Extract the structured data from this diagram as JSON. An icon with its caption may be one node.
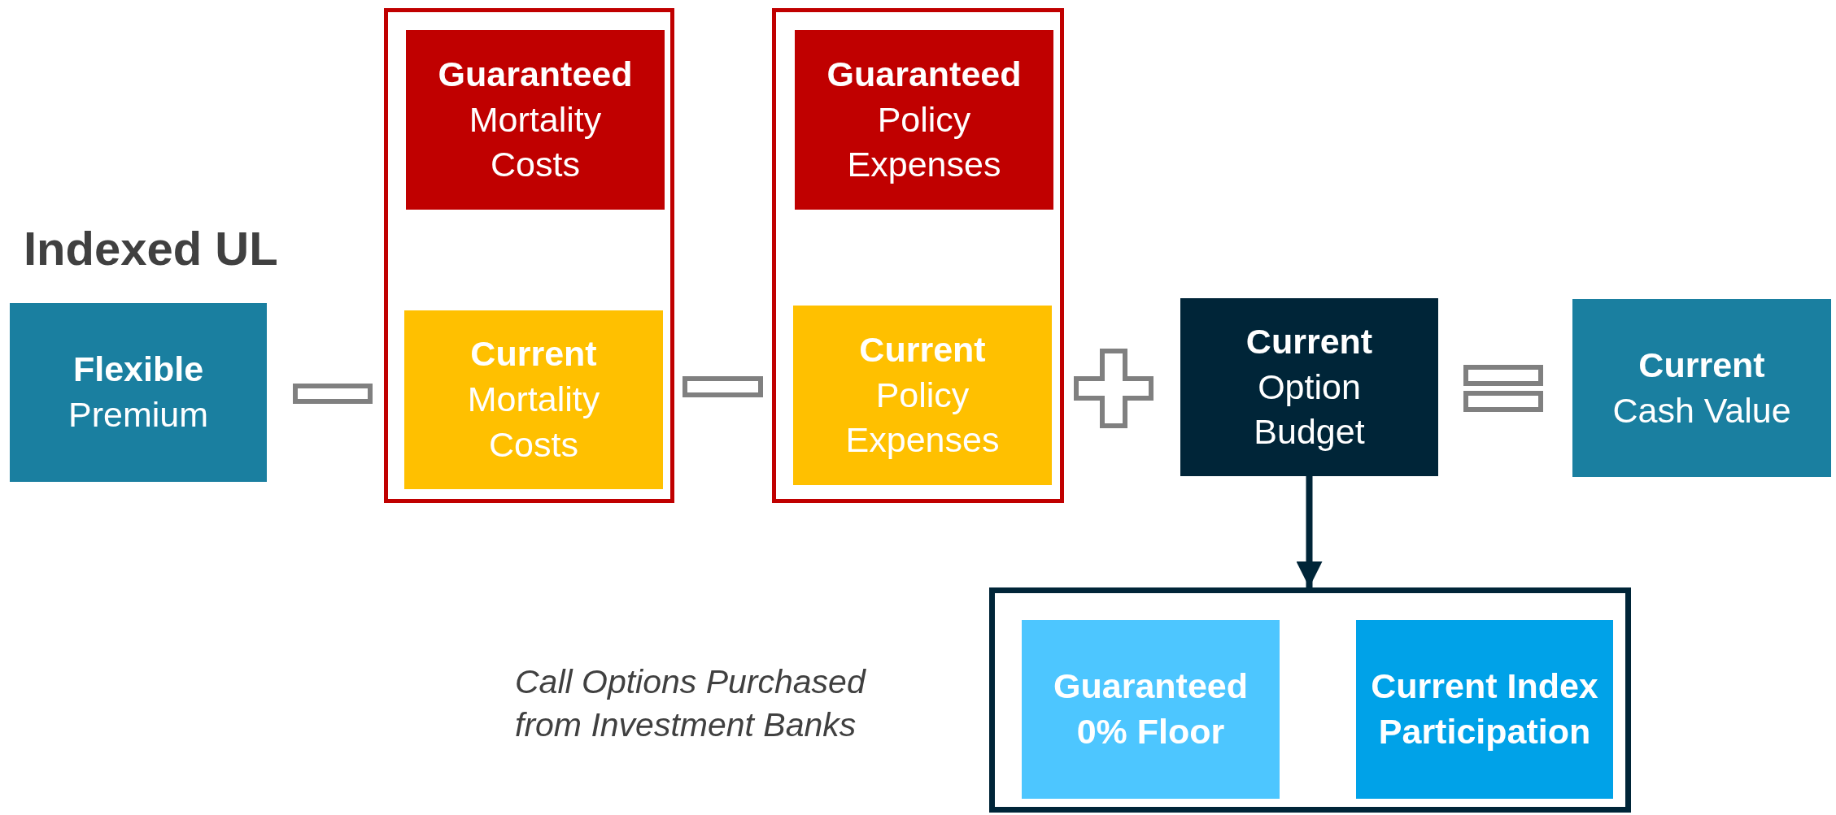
{
  "diagram": {
    "title": "Indexed UL",
    "nodes": [
      {
        "text": [
          "Flexible",
          "Premium"
        ]
      },
      {
        "text": [],
        "shape": "box"
      },
      {
        "text": [
          "Guaranteed",
          "Mortality Costs"
        ],
        "in": 1
      },
      {
        "text": [
          "Current",
          "Mortality Costs"
        ],
        "in": 1
      },
      {
        "text": [],
        "shape": "box"
      },
      {
        "text": [
          "Guaranteed",
          "Policy Expenses"
        ],
        "in": 4
      },
      {
        "text": [
          "Current",
          "Policy Expenses"
        ],
        "in": 4
      },
      {
        "text": [
          "Current",
          "Option Budget"
        ]
      },
      {
        "text": [
          "Current",
          "Cash Value"
        ]
      },
      {
        "text": [],
        "shape": "box"
      },
      {
        "text": [
          "Guaranteed 0% Floor"
        ],
        "in": 9
      },
      {
        "text": [
          "Current Index Participation"
        ],
        "in": 9
      }
    ],
    "edges": [
      {
        "from": 7,
        "to": 9,
        "arrow": "to"
      }
    ],
    "labels": [
      "Call Options Purchased from Investment Banks"
    ]
  }
}
